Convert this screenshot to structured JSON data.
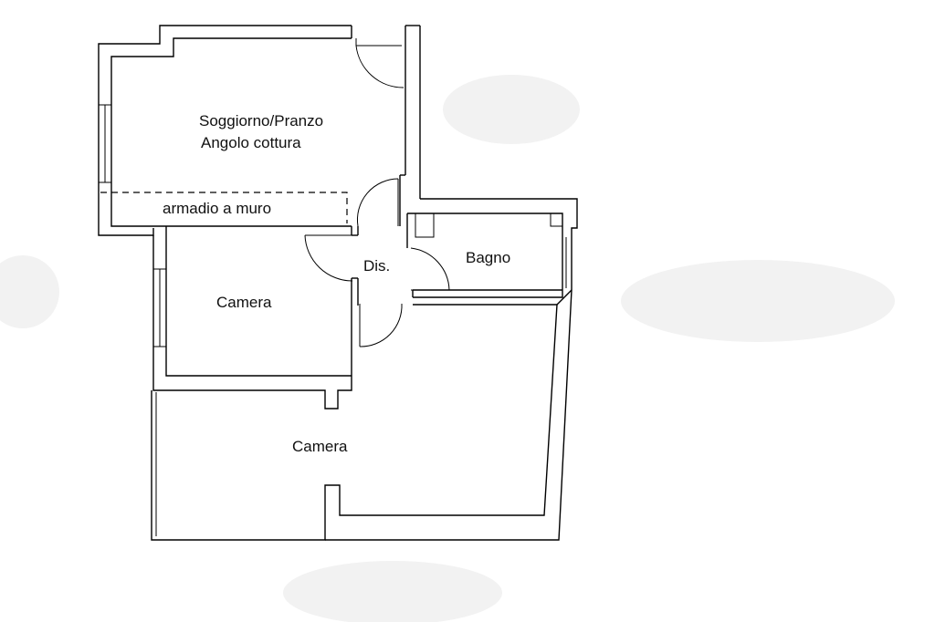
{
  "floorplan": {
    "rooms": {
      "living": {
        "line1": "Soggiorno/Pranzo",
        "line2": "Angolo cottura"
      },
      "wardrobe": "armadio a muro",
      "hall": "Dis.",
      "bath": "Bagno",
      "bedroom_small": "Camera",
      "bedroom_large": "Camera"
    }
  }
}
